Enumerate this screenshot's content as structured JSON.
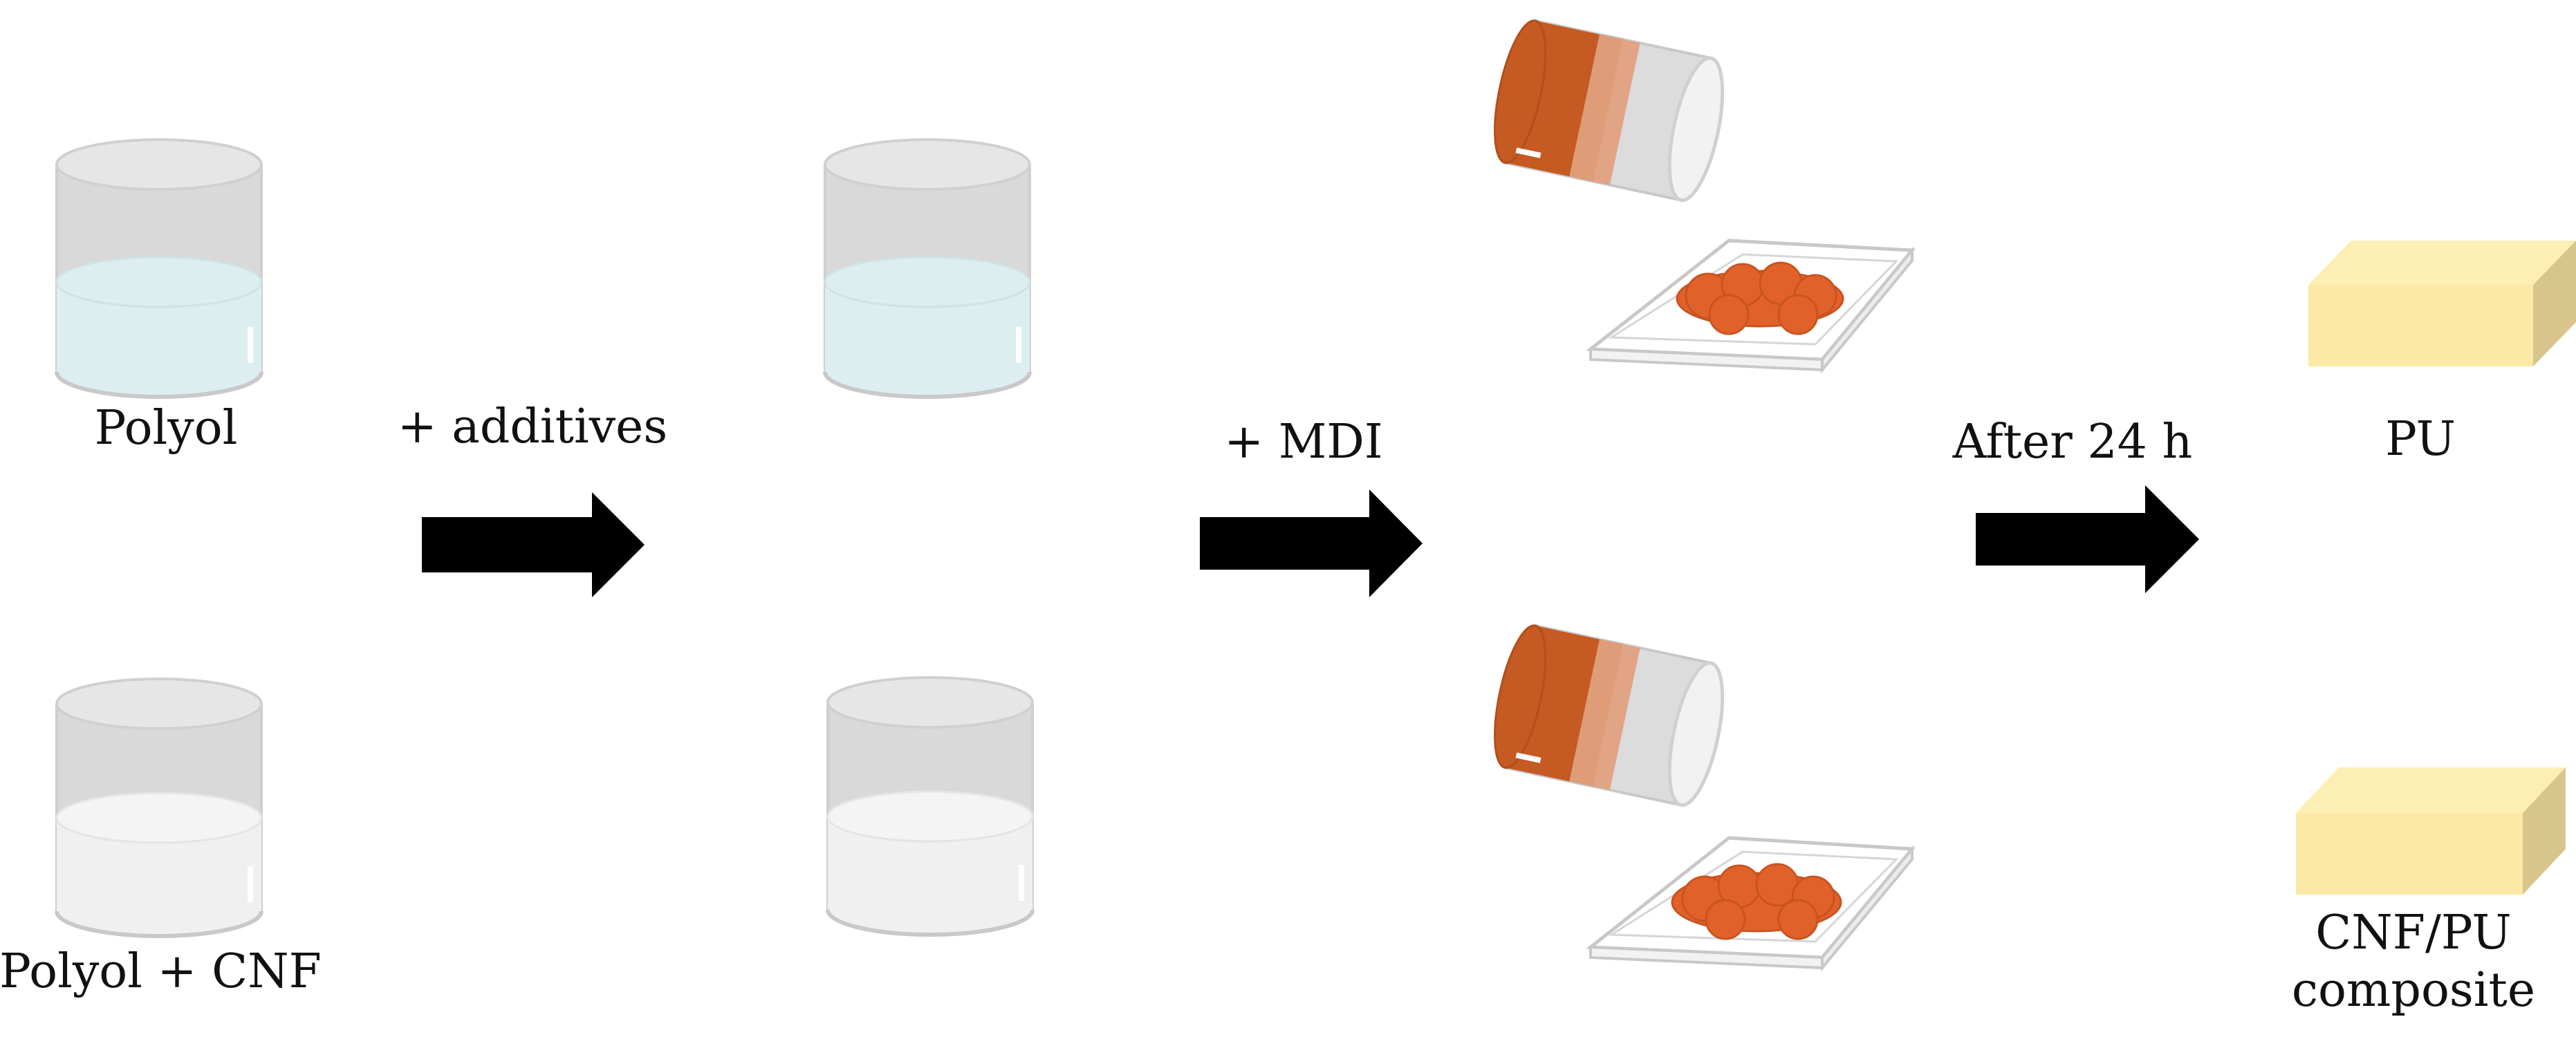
{
  "labels": {
    "polyol": "Polyol",
    "polyol_cnf": "Polyol + CNF",
    "additives": "+ additives",
    "mdi": "+ MDI",
    "after": "After 24 h",
    "pu": "PU",
    "composite_line1": "CNF/PU",
    "composite_line2": "composite"
  },
  "colors": {
    "beaker_glass": "#d9d9d9",
    "beaker_rim": "#e6e6e6",
    "polyol_liquid": "#ddeef0",
    "cnf_liquid": "#f0f0f0",
    "mdi_orange": "#c55a22",
    "mdi_light": "#e0a07e",
    "foam_orange": "#e0622a",
    "pu_block_front": "#fde9a6",
    "pu_block_top": "#fdeeb4",
    "pu_block_side": "#d8c58b",
    "arrow": "#000000"
  }
}
